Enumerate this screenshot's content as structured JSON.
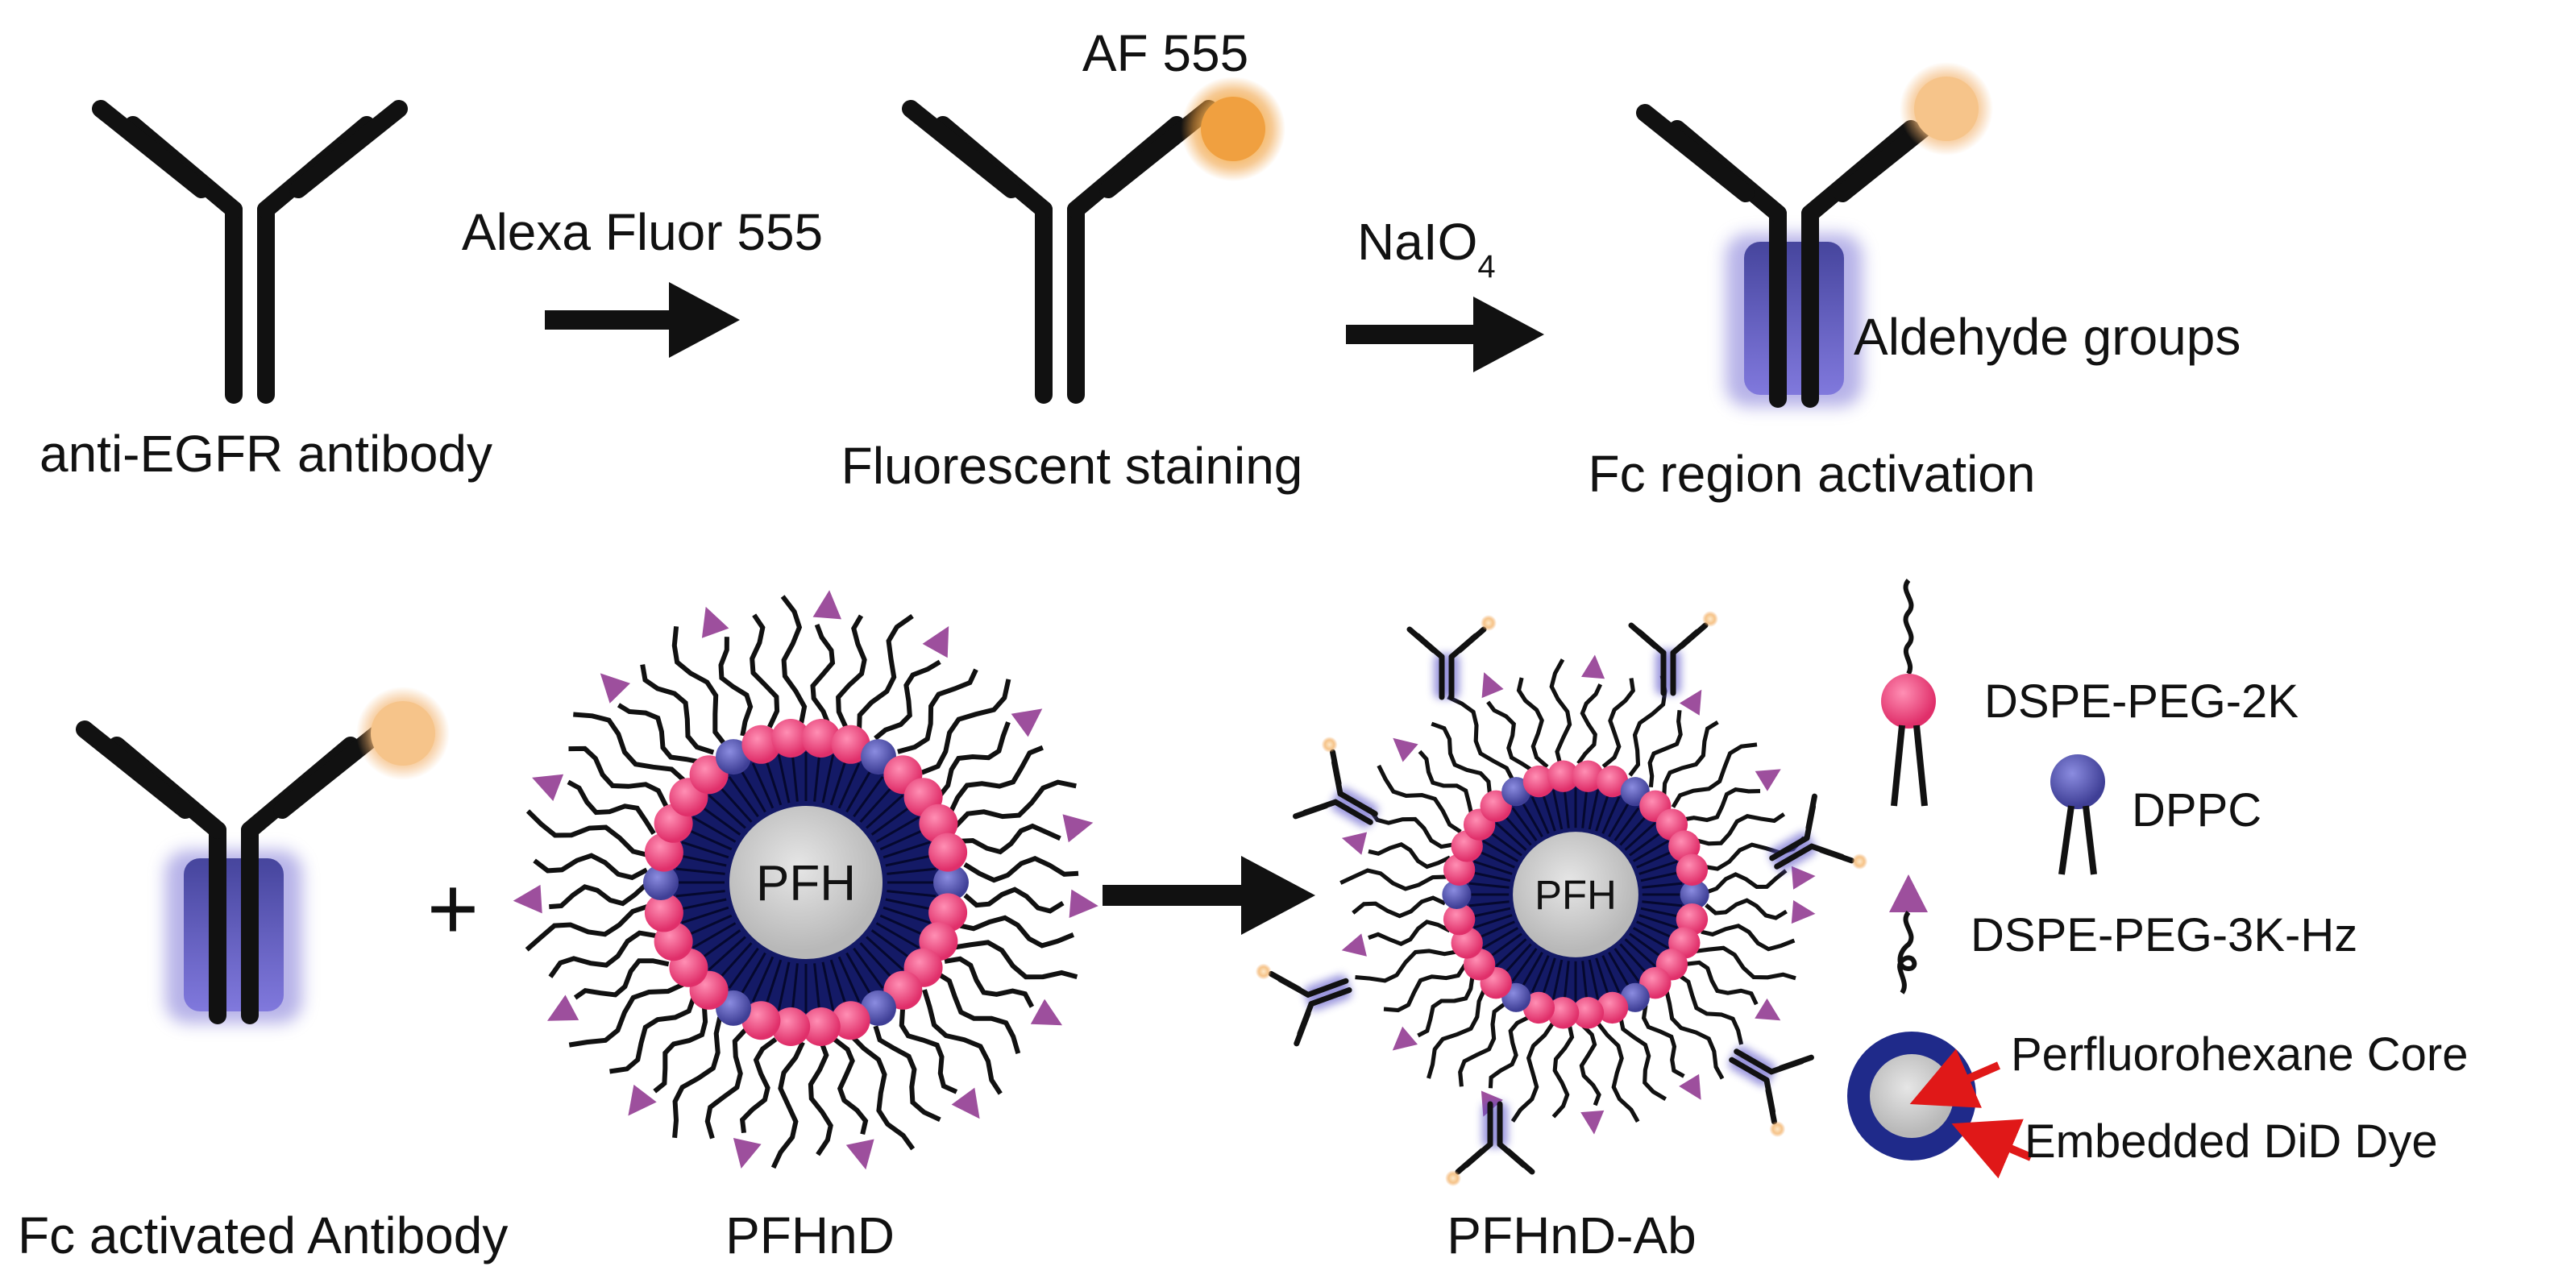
{
  "step1": {
    "antibody_label": "anti-EGFR antibody",
    "reagent": "Alexa Fluor 555",
    "result_label": "Fluorescent staining",
    "dye_label": "AF 555"
  },
  "step2": {
    "reagent_main": "NaIO",
    "reagent_sub": "4",
    "result_label": "Fc region activation",
    "region_label": "Aldehyde groups"
  },
  "step3": {
    "activated_label": "Fc activated Antibody",
    "plus": "+",
    "particle_label": "PFHnD",
    "core_text": "PFH",
    "product_label": "PFHnD-Ab"
  },
  "legend": {
    "dspe_peg_2k": "DSPE-PEG-2K",
    "dppc": "DPPC",
    "dspe_peg_3k_hz": "DSPE-PEG-3K-Hz",
    "core": "Perfluorohexane Core",
    "dye": "Embedded DiD Dye"
  },
  "colors": {
    "antibody": "#111111",
    "fluor": "#f0a040",
    "activation": "#7b74d6",
    "pink_lipid": "#ec3f78",
    "blue_lipid": "#4d4ea3",
    "navy": "#141a66",
    "core": "#c8c8c8",
    "triangle": "#9d4f9d",
    "pointer": "#e01818"
  },
  "icons": [
    "antibody-icon",
    "fluorophore-icon",
    "arrow-icon",
    "nanodroplet-icon",
    "lipid-icon",
    "triangle-icon"
  ]
}
